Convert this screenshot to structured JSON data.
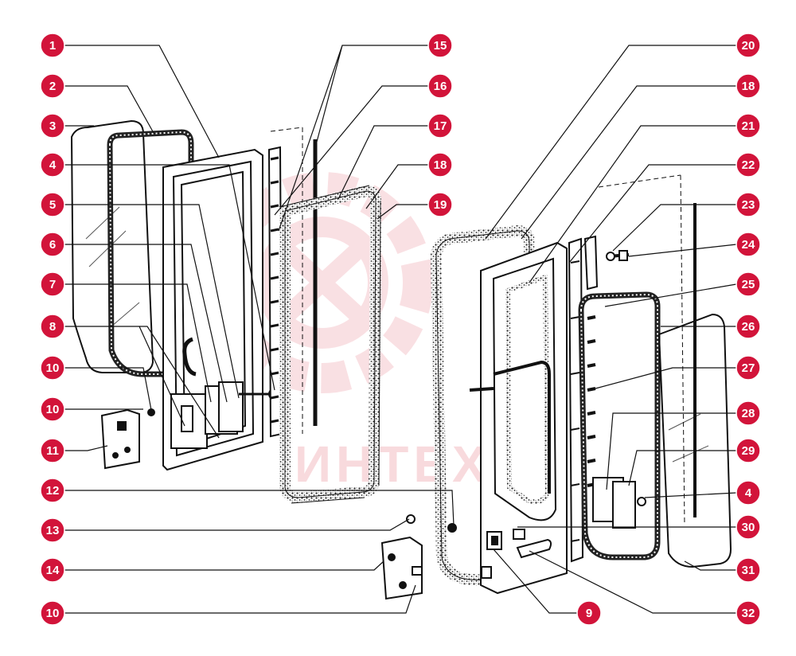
{
  "diagram": {
    "watermark_text": "ИНТЕХ",
    "badge_color": "#d2143a",
    "watermark_color": "#f5c2c8",
    "callouts": [
      {
        "id": "callout-1",
        "label": "1"
      },
      {
        "id": "callout-2",
        "label": "2"
      },
      {
        "id": "callout-3",
        "label": "3"
      },
      {
        "id": "callout-4-left",
        "label": "4"
      },
      {
        "id": "callout-5",
        "label": "5"
      },
      {
        "id": "callout-6",
        "label": "6"
      },
      {
        "id": "callout-7",
        "label": "7"
      },
      {
        "id": "callout-8",
        "label": "8"
      },
      {
        "id": "callout-10-a",
        "label": "10"
      },
      {
        "id": "callout-10-b",
        "label": "10"
      },
      {
        "id": "callout-11",
        "label": "11"
      },
      {
        "id": "callout-12",
        "label": "12"
      },
      {
        "id": "callout-13",
        "label": "13"
      },
      {
        "id": "callout-14",
        "label": "14"
      },
      {
        "id": "callout-10-c",
        "label": "10"
      },
      {
        "id": "callout-15",
        "label": "15"
      },
      {
        "id": "callout-16",
        "label": "16"
      },
      {
        "id": "callout-17",
        "label": "17"
      },
      {
        "id": "callout-18-a",
        "label": "18"
      },
      {
        "id": "callout-19",
        "label": "19"
      },
      {
        "id": "callout-20",
        "label": "20"
      },
      {
        "id": "callout-18-b",
        "label": "18"
      },
      {
        "id": "callout-21",
        "label": "21"
      },
      {
        "id": "callout-22",
        "label": "22"
      },
      {
        "id": "callout-23",
        "label": "23"
      },
      {
        "id": "callout-24",
        "label": "24"
      },
      {
        "id": "callout-25",
        "label": "25"
      },
      {
        "id": "callout-26",
        "label": "26"
      },
      {
        "id": "callout-27",
        "label": "27"
      },
      {
        "id": "callout-28",
        "label": "28"
      },
      {
        "id": "callout-29",
        "label": "29"
      },
      {
        "id": "callout-4-right",
        "label": "4"
      },
      {
        "id": "callout-30",
        "label": "30"
      },
      {
        "id": "callout-31",
        "label": "31"
      },
      {
        "id": "callout-9",
        "label": "9"
      },
      {
        "id": "callout-32",
        "label": "32"
      }
    ]
  }
}
